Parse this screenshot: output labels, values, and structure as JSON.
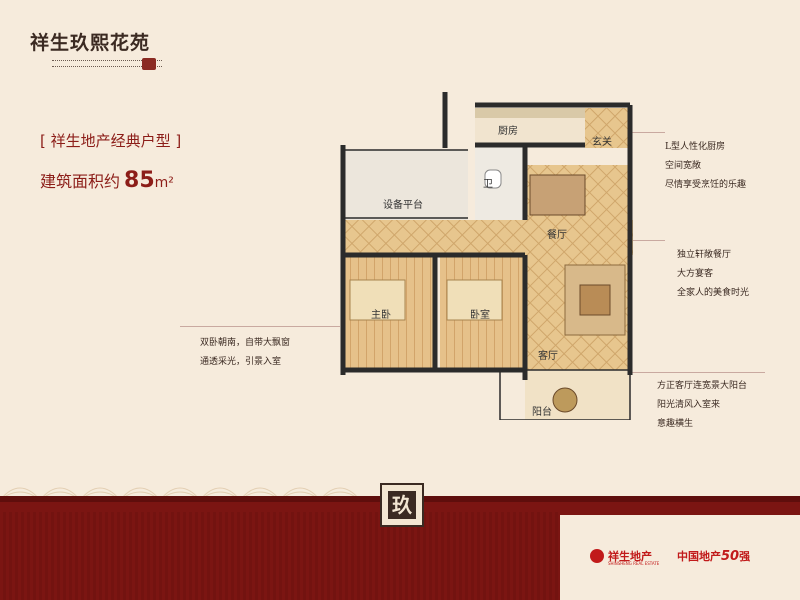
{
  "logo": {
    "title": "祥生玖熙花苑"
  },
  "header": {
    "type_title": "[ 祥生地产经典户型 ]",
    "area_label": "建筑面积约",
    "area_value": "85",
    "area_unit": "m²"
  },
  "notes": {
    "kitchen": [
      "L型人性化厨房",
      "空间宽敞",
      "尽情享受烹饪的乐趣"
    ],
    "dining": [
      "独立轩敞餐厅",
      "大方宴客",
      "全家人的美食时光"
    ],
    "bedroom": [
      "双卧朝南，自带大飘窗",
      "通透采光，引景入室"
    ],
    "living": [
      "方正客厅连宽景大阳台",
      "阳光清风入室来",
      "意趣横生"
    ]
  },
  "rooms": {
    "kitchen": "厨房",
    "entrance": "玄关",
    "bath": "卫",
    "equipment": "设备平台",
    "dining": "餐厅",
    "master": "主卧",
    "bedroom": "卧室",
    "living": "客厅",
    "balcony": "阳台"
  },
  "footer": {
    "seal_char": "玖",
    "brand1": "祥生地产",
    "brand1_sub": "SHINSHENG REAL ESTATE",
    "brand2": "中国地产",
    "brand2_rank": "50",
    "brand2_suffix": "强"
  },
  "colors": {
    "background": "#f6ebdc",
    "brand_red": "#8c1d18",
    "footer": "#7b1512",
    "floor_wood": "#e8c48a",
    "wall": "#2b2b2b"
  }
}
